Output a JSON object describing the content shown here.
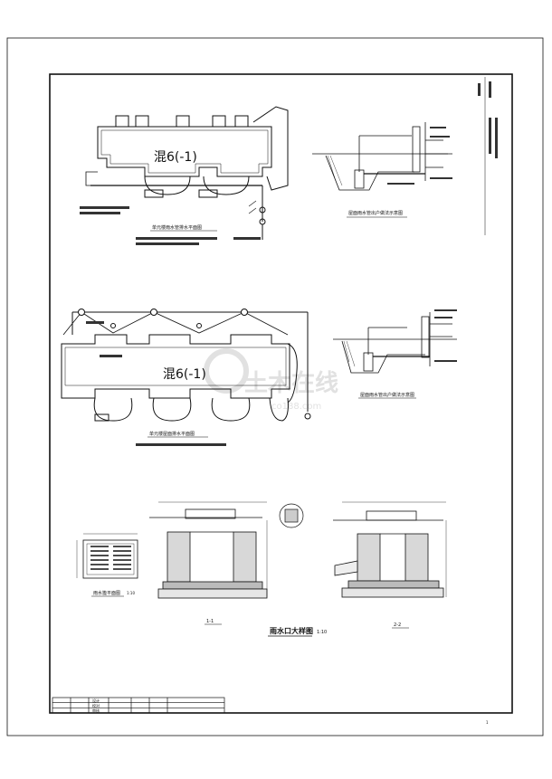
{
  "drawing": {
    "plan_label_1": "混6(-1)",
    "plan_label_2": "混6(-1)",
    "caption_plan_upper": "单元楼雨水管排水平面图",
    "caption_plan_lower": "单元楼屋面排水平面图",
    "caption_detail_upper": "屋面雨水管出户做法示意图",
    "caption_detail_lower": "屋面雨水管出户做法示意图",
    "caption_grate": "雨水篦平面图",
    "grate_scale": "1:10",
    "caption_inlet": "雨水口大样图",
    "inlet_scale": "1:10",
    "section_a": "1-1",
    "section_b": "2-2",
    "title_block_labels": [
      "设计",
      "校对",
      "审核"
    ],
    "watermark": "土木在线",
    "watermark_sub": "co188.com",
    "page_number": "1"
  },
  "colors": {
    "line": "#111111",
    "paper": "#ffffff",
    "watermark": "#c9c9c9"
  }
}
